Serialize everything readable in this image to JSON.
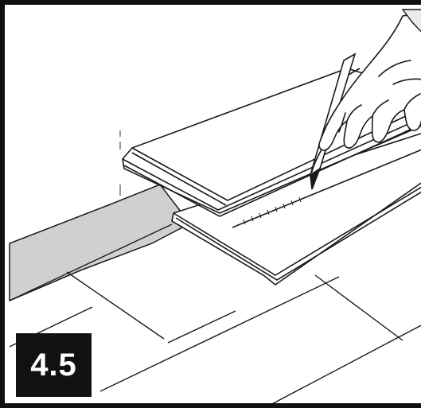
{
  "illustration": {
    "subject": "laminate-flooring-installation",
    "tool": "pencil"
  },
  "step_badge": {
    "label": "4.5"
  },
  "colors": {
    "frame": "#111111",
    "line": "#1a1a1a",
    "underlay": "#d0d0d0",
    "badge_bg": "#111111",
    "badge_text": "#ffffff"
  }
}
